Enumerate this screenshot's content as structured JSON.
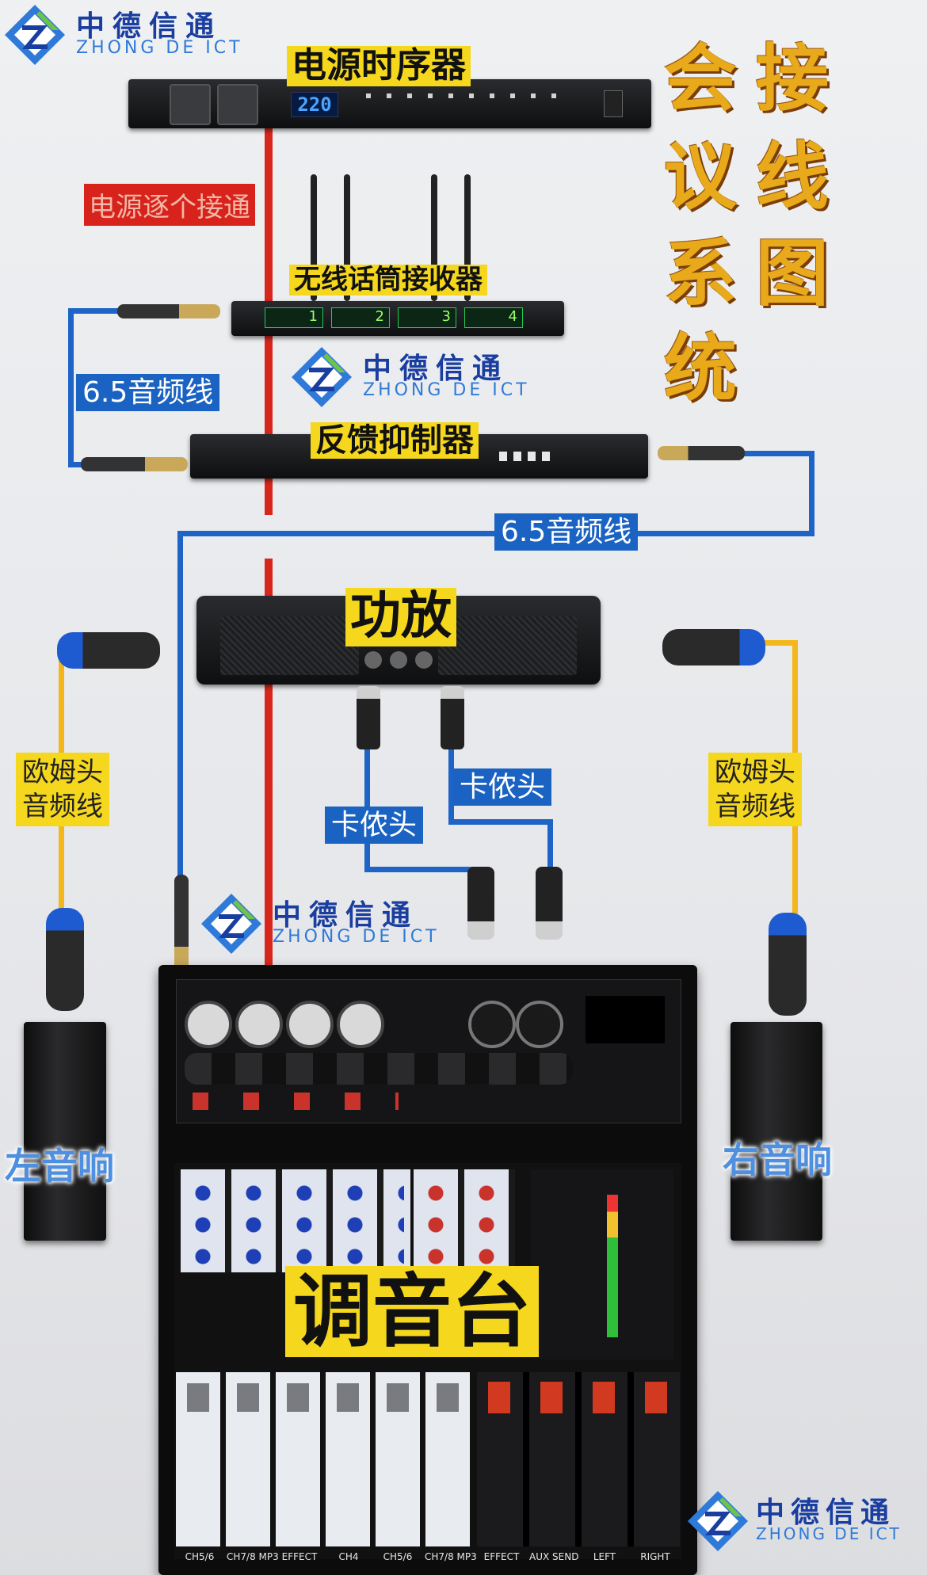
{
  "logos": {
    "cn": "中德信通",
    "en": "ZHONG DE ICT"
  },
  "title": [
    "会",
    "议",
    "系",
    "统",
    "接",
    "线",
    "图"
  ],
  "devices": {
    "power_sequencer": "电源时序器",
    "sequencer_display": "220",
    "wireless_receiver": "无线话筒接收器",
    "feedback_suppressor": "反馈抑制器",
    "amplifier": "功放",
    "mixer": "调音台"
  },
  "labels": {
    "power_each": "电源逐个接通",
    "audio_65_left": "6.5音频线",
    "audio_65_right": "6.5音频线",
    "speakon_left": "欧姆头\n音频线",
    "speakon_right": "欧姆头\n音频线",
    "xlr_left": "卡侬头",
    "xlr_right": "卡侬头",
    "speaker_left": "左音响",
    "speaker_right": "右音响"
  },
  "mixer_channels": [
    "CH5/6",
    "CH7/8 MP3",
    "EFFECT",
    "CH4",
    "CH5/6",
    "CH7/8 MP3",
    "EFFECT",
    "AUX SEND",
    "LEFT",
    "RIGHT"
  ],
  "receiver_channels": [
    "1",
    "2",
    "3",
    "4"
  ],
  "colors": {
    "power_wire": "#d8261c",
    "audio_wire": "#1e63c6",
    "speaker_wire": "#f3b71b",
    "label_yellow": "#f5d71d",
    "title_orange": "#e8a91b",
    "logo_blue": "#1a3ea0"
  }
}
